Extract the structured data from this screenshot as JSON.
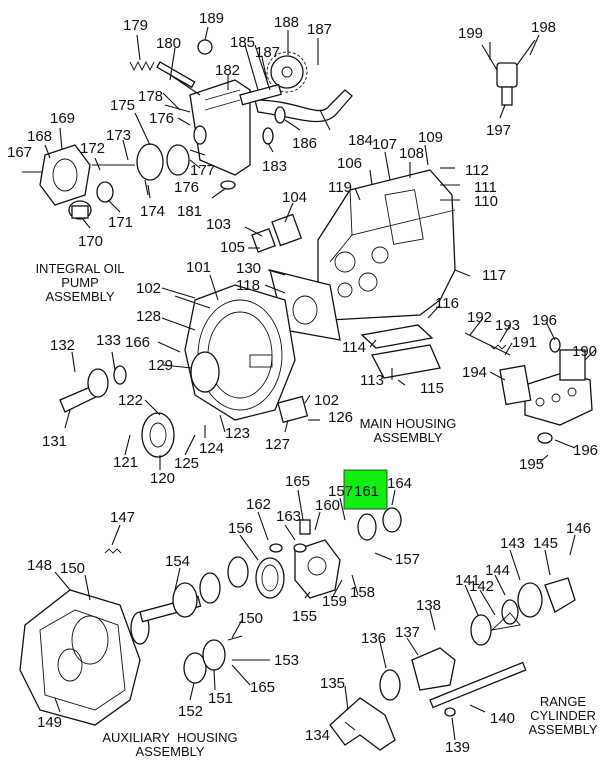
{
  "highlight": {
    "label": "161",
    "color": "#11ee11"
  },
  "sections": {
    "oil_pump": [
      "INTEGRAL OIL",
      "PUMP",
      "ASSEMBLY"
    ],
    "main_housing": [
      "MAIN HOUSING",
      "ASSEMBLY"
    ],
    "auxiliary_housing": [
      "AUXILIARY  HOUSING",
      "ASSEMBLY"
    ],
    "range_cylinder": [
      "RANGE",
      "CYLINDER",
      "ASSEMBLY"
    ]
  },
  "labels": {
    "l179": "179",
    "l189": "189",
    "l188": "188",
    "l187a": "187",
    "l187b": "187",
    "l185": "185",
    "l180": "180",
    "l182": "182",
    "l178": "178",
    "l176a": "176",
    "l176b": "176",
    "l175": "175",
    "l186": "186",
    "l184": "184",
    "l183": "183",
    "l177": "177",
    "l181": "181",
    "l199": "199",
    "l198": "198",
    "l197": "197",
    "l169": "169",
    "l168": "168",
    "l167": "167",
    "l172": "172",
    "l173": "173",
    "l174": "174",
    "l171": "171",
    "l170": "170",
    "l107": "107",
    "l108": "108",
    "l109": "109",
    "l106": "106",
    "l112": "112",
    "l111": "111",
    "l110": "110",
    "l119": "119",
    "l104": "104",
    "l103": "103",
    "l105": "105",
    "l130": "130",
    "l101": "101",
    "l117": "117",
    "l118": "118",
    "l102a": "102",
    "l102b": "102",
    "l116": "116",
    "l128": "128",
    "l192": "192",
    "l193": "193",
    "l196a": "196",
    "l191": "191",
    "l190": "190",
    "l114": "114",
    "l132": "132",
    "l133": "133",
    "l166": "166",
    "l129": "129",
    "l113": "113",
    "l115": "115",
    "l194": "194",
    "l122": "122",
    "l126": "126",
    "l131": "131",
    "l123": "123",
    "l127": "127",
    "l196b": "196",
    "l124": "124",
    "l121": "121",
    "l125": "125",
    "l195": "195",
    "l120": "120",
    "l165a": "165",
    "l157a": "157",
    "l161": "161",
    "l164": "164",
    "l162": "162",
    "l160": "160",
    "l163": "163",
    "l147": "147",
    "l156": "156",
    "l157b": "157",
    "l146": "146",
    "l143": "143",
    "l145": "145",
    "l154": "154",
    "l148": "148",
    "l150a": "150",
    "l158": "158",
    "l159": "159",
    "l155": "155",
    "l144": "144",
    "l141": "141",
    "l142": "142",
    "l138": "138",
    "l150b": "150",
    "l153": "153",
    "l136": "136",
    "l137": "137",
    "l165b": "165",
    "l151": "151",
    "l152": "152",
    "l149": "149",
    "l135": "135",
    "l140": "140",
    "l134": "134",
    "l139": "139"
  }
}
